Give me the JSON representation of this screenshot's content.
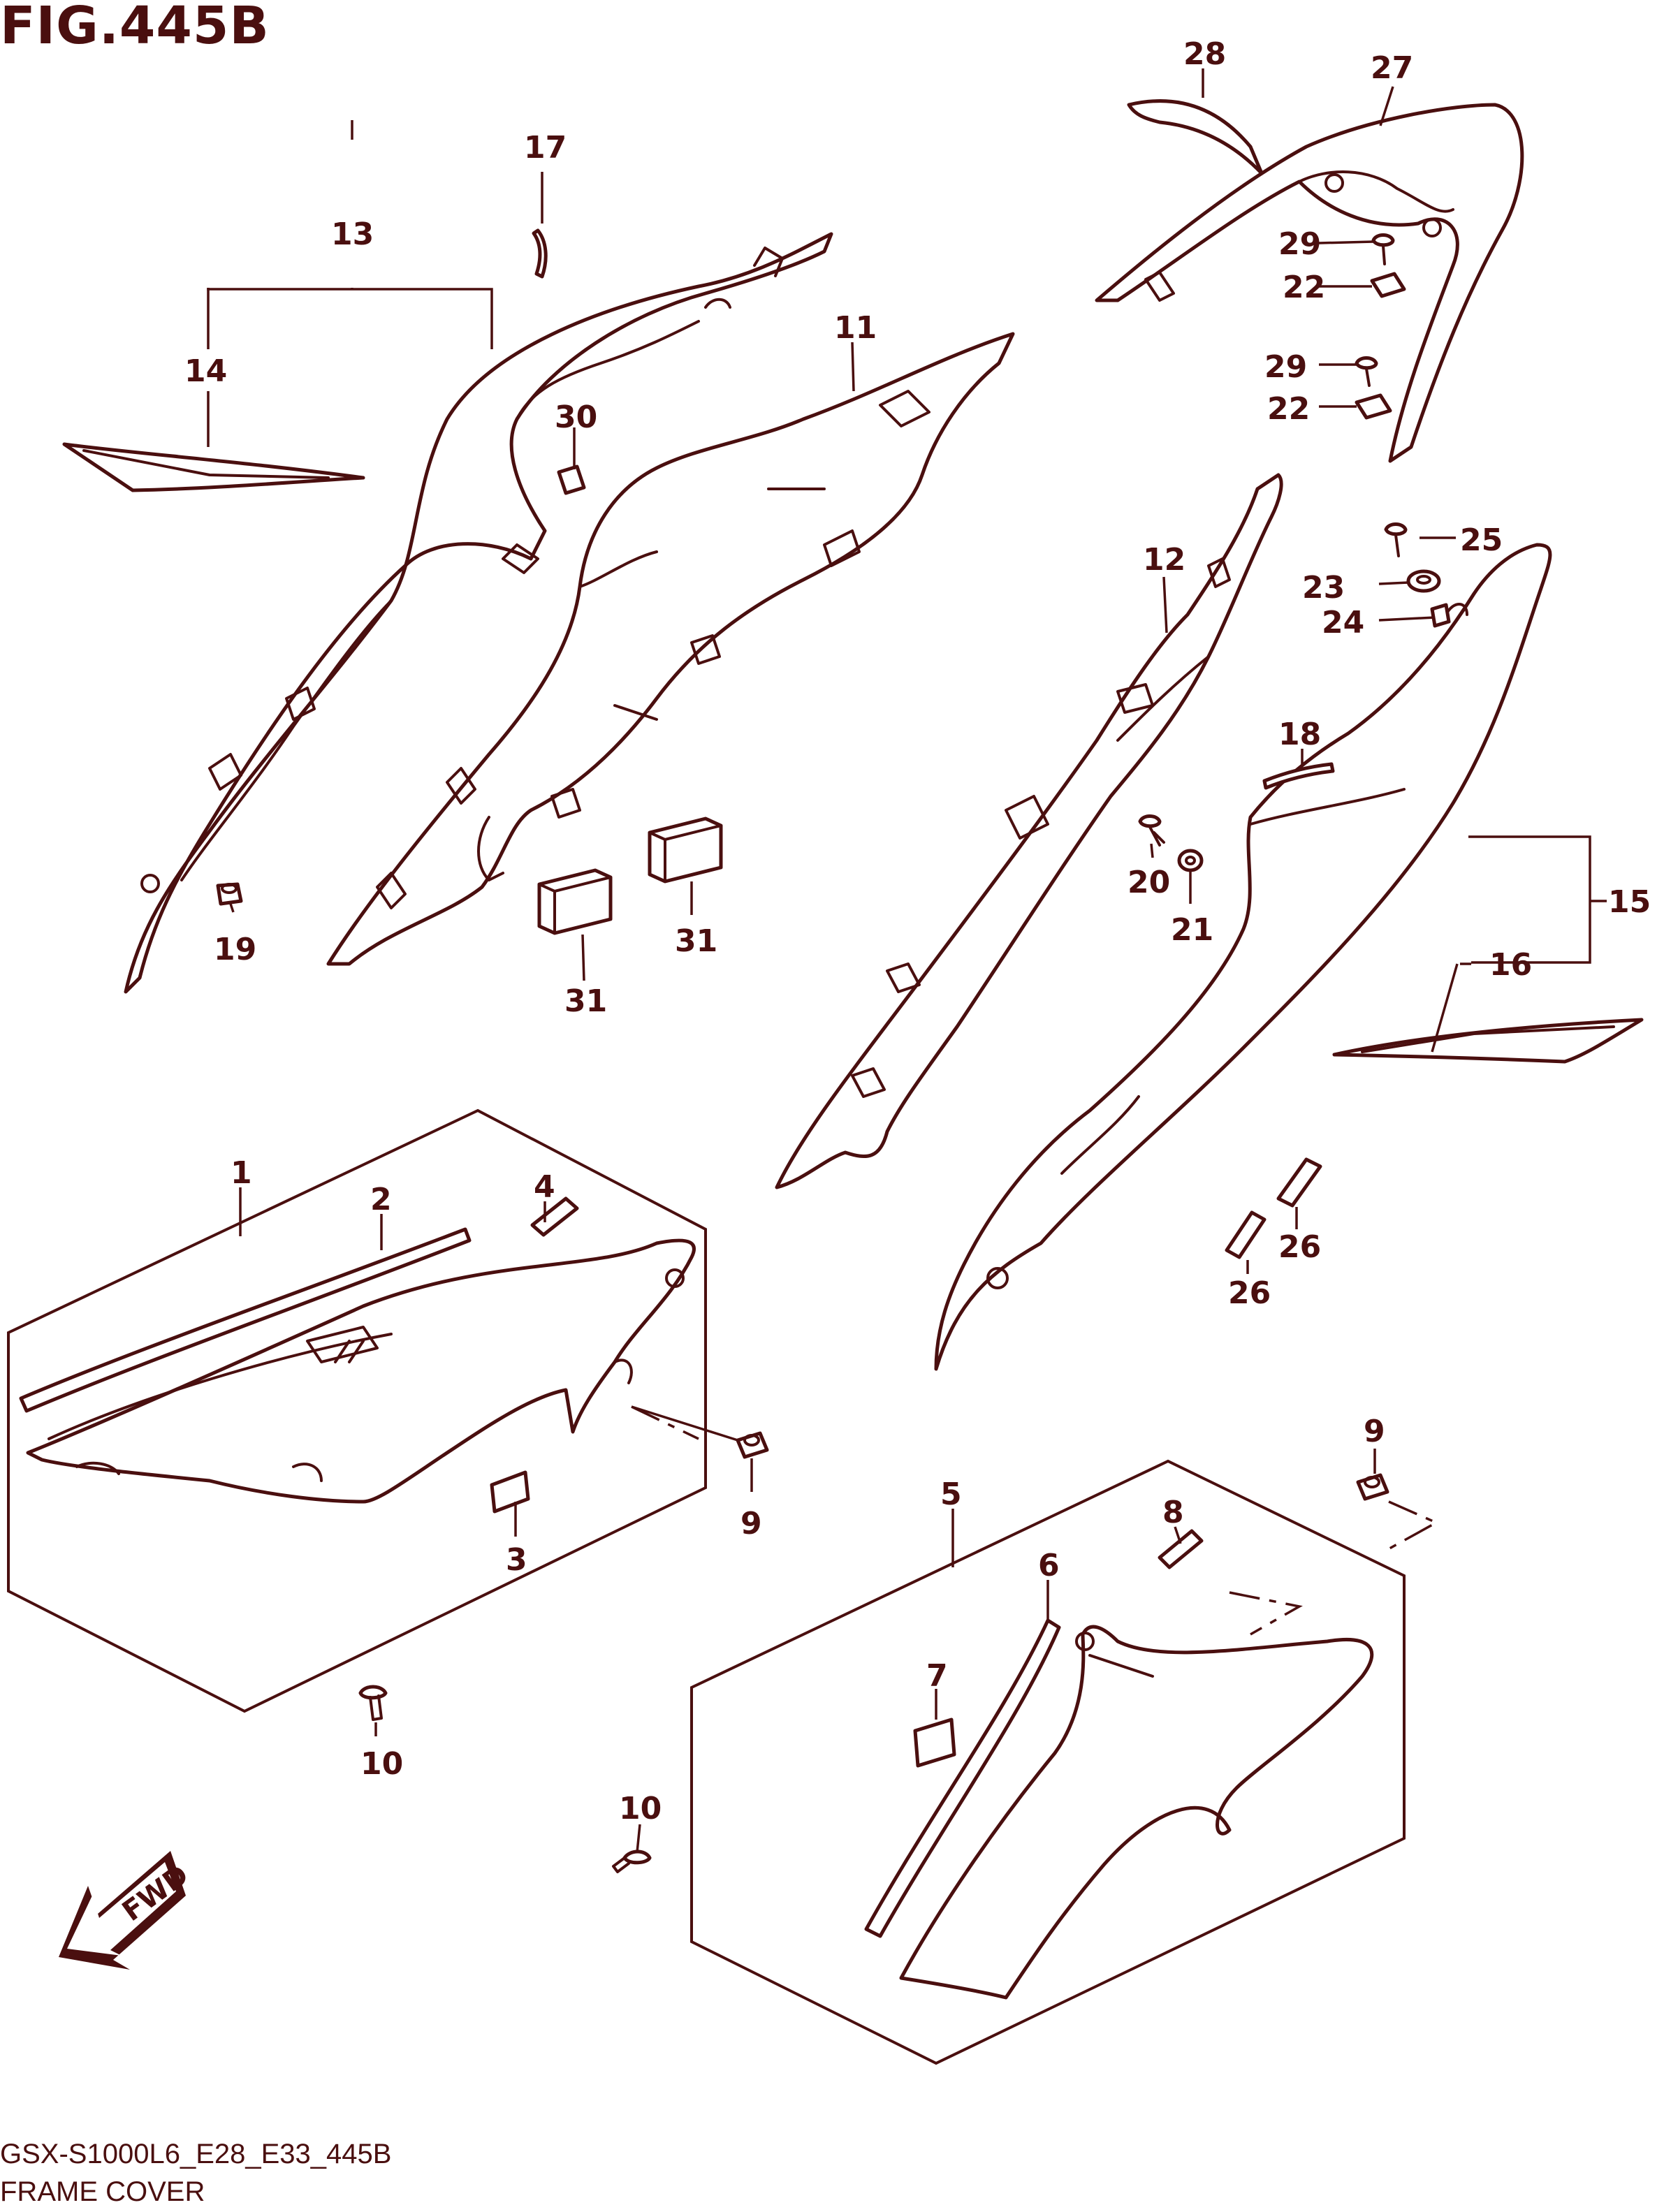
{
  "figure": {
    "title": "FIG.445B",
    "drawing_code": "GSX-S1000L6_E28_E33_445B",
    "section_name": "FRAME COVER",
    "fwd_label": "FWD"
  },
  "callouts": {
    "c1": "1",
    "c2": "2",
    "c3": "3",
    "c4": "4",
    "c5": "5",
    "c6": "6",
    "c7": "7",
    "c8": "8",
    "c9a": "9",
    "c9b": "9",
    "c10a": "10",
    "c10b": "10",
    "c11": "11",
    "c12": "12",
    "c13": "13",
    "c14": "14",
    "c15": "15",
    "c16": "16",
    "c17": "17",
    "c18": "18",
    "c19": "19",
    "c20": "20",
    "c21": "21",
    "c22a": "22",
    "c22b": "22",
    "c23": "23",
    "c24": "24",
    "c25": "25",
    "c26a": "26",
    "c26b": "26",
    "c27": "27",
    "c28": "28",
    "c29a": "29",
    "c29b": "29",
    "c30": "30",
    "c31a": "31",
    "c31b": "31"
  }
}
